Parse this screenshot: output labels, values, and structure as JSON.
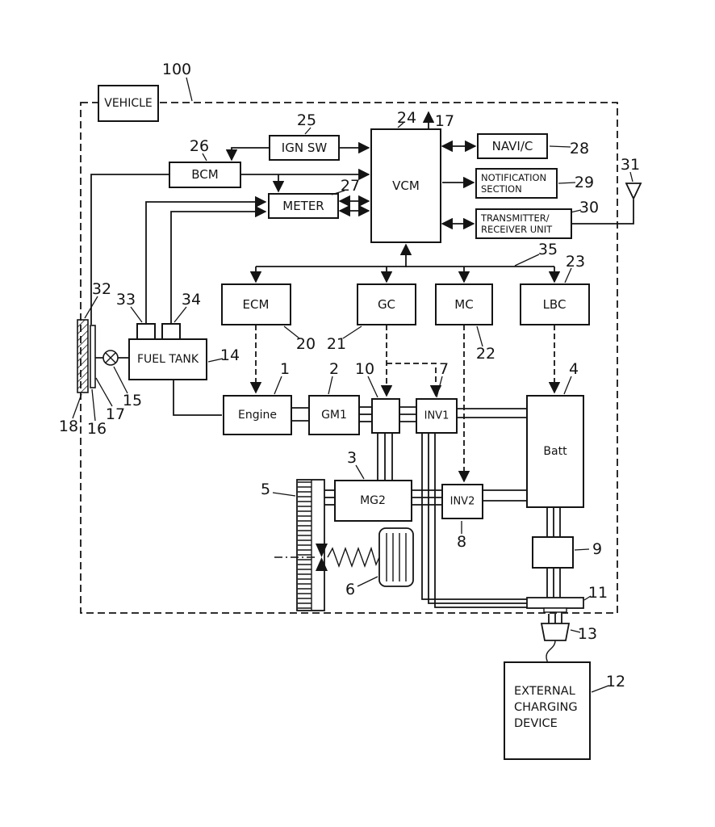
{
  "diagram": {
    "colors": {
      "ink": "#141414",
      "paper": "#ffffff"
    },
    "labels": {
      "vehicle": "VEHICLE",
      "ign_sw": "IGN SW",
      "bcm": "BCM",
      "meter": "METER",
      "vcm": "VCM",
      "navi": "NAVI/C",
      "notification_line1": "NOTIFICATION",
      "notification_line2": "SECTION",
      "transmitter_line1": "TRANSMITTER/",
      "transmitter_line2": "RECEIVER UNIT",
      "ecm": "ECM",
      "gc": "GC",
      "mc": "MC",
      "lbc": "LBC",
      "fuel_tank": "FUEL TANK",
      "engine": "Engine",
      "gm1": "GM1",
      "inv1": "INV1",
      "inv2": "INV2",
      "batt": "Batt",
      "mg2": "MG2",
      "external_line1": "EXTERNAL",
      "external_line2": "CHARGING",
      "external_line3": "DEVICE"
    },
    "refs": {
      "r1": "1",
      "r2": "2",
      "r3": "3",
      "r4": "4",
      "r5": "5",
      "r6": "6",
      "r7": "7",
      "r8": "8",
      "r9": "9",
      "r10": "10",
      "r11": "11",
      "r12": "12",
      "r13": "13",
      "r14": "14",
      "r15": "15",
      "r16": "16",
      "r17": "17",
      "r18": "18",
      "r20": "20",
      "r21": "21",
      "r22": "22",
      "r23": "23",
      "r24": "24",
      "r25": "25",
      "r26": "26",
      "r27": "27",
      "r28": "28",
      "r29": "29",
      "r30": "30",
      "r31": "31",
      "r32": "32",
      "r33": "33",
      "r34": "34",
      "r35": "35",
      "r100": "100"
    }
  }
}
